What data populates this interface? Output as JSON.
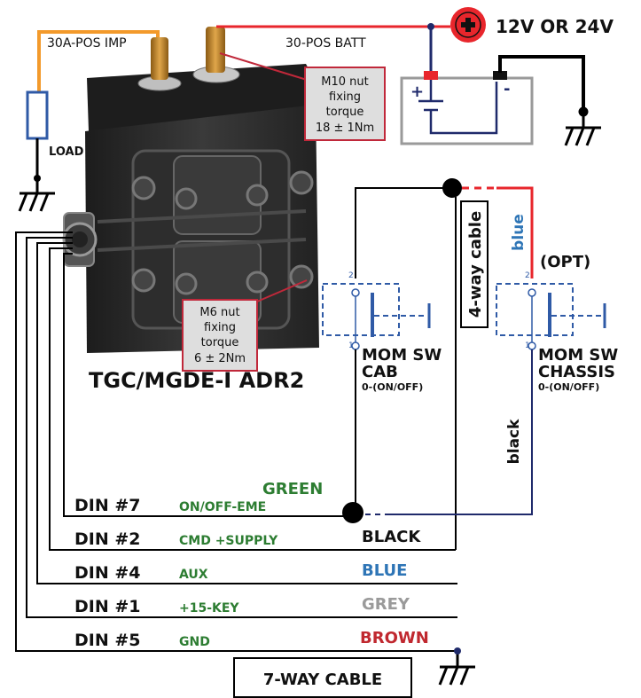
{
  "colors": {
    "black": "#000000",
    "red": "#e8262c",
    "orange": "#f39a2b",
    "navy": "#1f2a6b",
    "switch_blue": "#2f5aa6",
    "green": "#2d7d32",
    "label_blue": "#2e75b6",
    "label_grey": "#9a9a9a",
    "label_brown": "#c0282f",
    "callout_border": "#c0283a",
    "callout_fill": "#dedede",
    "battery_border": "#9a9a9a",
    "brass": "#c98a2e",
    "body_dark": "#2e2e2e"
  },
  "labels": {
    "imp": "30A-POS IMP",
    "batt": "30-POS BATT",
    "voltage": "12V OR 24V",
    "plus_sign": "+",
    "bat_plus": "+",
    "bat_minus": "-",
    "load": "LOAD",
    "m10": [
      "M10 nut",
      "fixing",
      "torque",
      "18 ± 1Nm"
    ],
    "m6": [
      "M6 nut",
      "fixing",
      "torque",
      "6 ± 2Nm"
    ],
    "device": "TGC/MGDE-I ADR2",
    "cable4": "4-way cable",
    "wire_blue": "blue",
    "wire_black": "black",
    "opt": "(OPT)",
    "sw_cab": [
      "MOM SW",
      "CAB",
      "0-(ON/OFF)"
    ],
    "sw_chassis": [
      "MOM SW",
      "CHASSIS",
      "0-(ON/OFF)"
    ],
    "pin_top": "2",
    "pin_bottom": "1",
    "cable7": "7-WAY CABLE"
  },
  "din_rows": [
    {
      "din": "DIN #7",
      "func": "ON/OFF-EME",
      "color": ""
    },
    {
      "din": "DIN #2",
      "func": "CMD +SUPPLY",
      "color": "BLACK"
    },
    {
      "din": "DIN #4",
      "func": "AUX",
      "color": "BLUE"
    },
    {
      "din": "DIN #1",
      "func": "+15-KEY",
      "color": "GREY"
    },
    {
      "din": "DIN #5",
      "func": "GND",
      "color": "BROWN"
    }
  ],
  "green_label": "GREEN"
}
